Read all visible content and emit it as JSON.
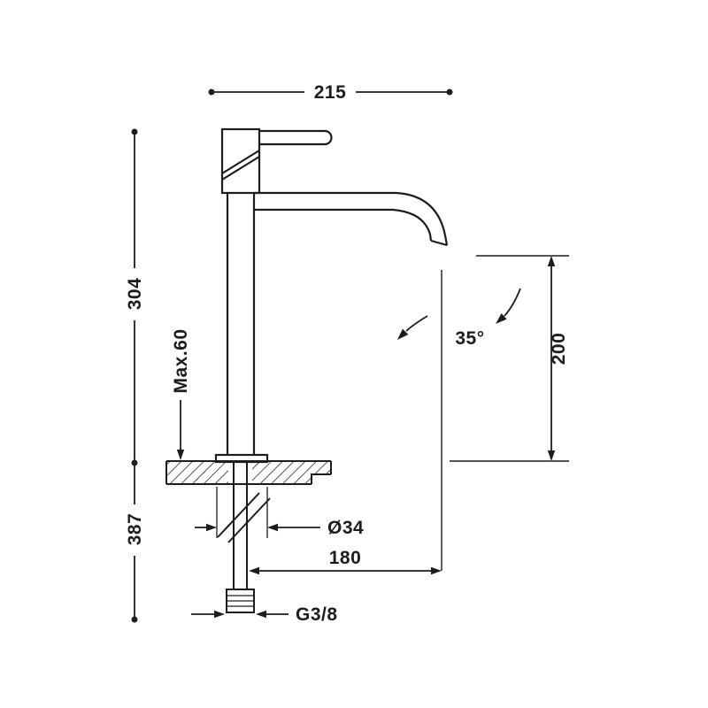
{
  "drawing": {
    "background_color": "#ffffff",
    "line_color": "#1d1d1b",
    "labels": {
      "width_top": "215",
      "height_upper": "304",
      "height_total": "387",
      "max_deck_thickness": "Max.60",
      "base_diameter": "Ø34",
      "spout_reach": "180",
      "thread_size": "G3/8",
      "outlet_height": "200",
      "spout_angle": "35°"
    }
  }
}
